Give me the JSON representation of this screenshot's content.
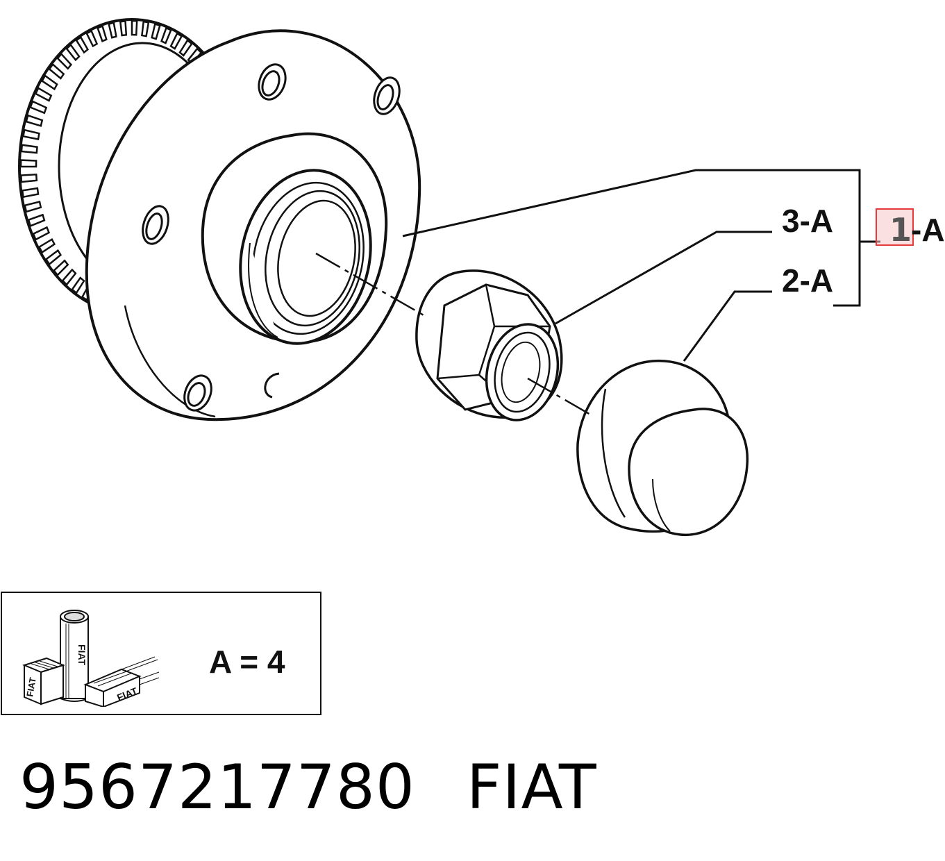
{
  "callouts": {
    "item1": {
      "number": "1",
      "suffix": "-A"
    },
    "item2": "2-A",
    "item3": "3-A"
  },
  "legend": {
    "text": "A = 4",
    "logo_word": "FIAT"
  },
  "footer": {
    "part_number": "9567217780",
    "brand": "FIAT"
  },
  "colors": {
    "line": "#111111",
    "highlight": "#e53b3b",
    "highlight_fill": "#f6c7c7"
  }
}
